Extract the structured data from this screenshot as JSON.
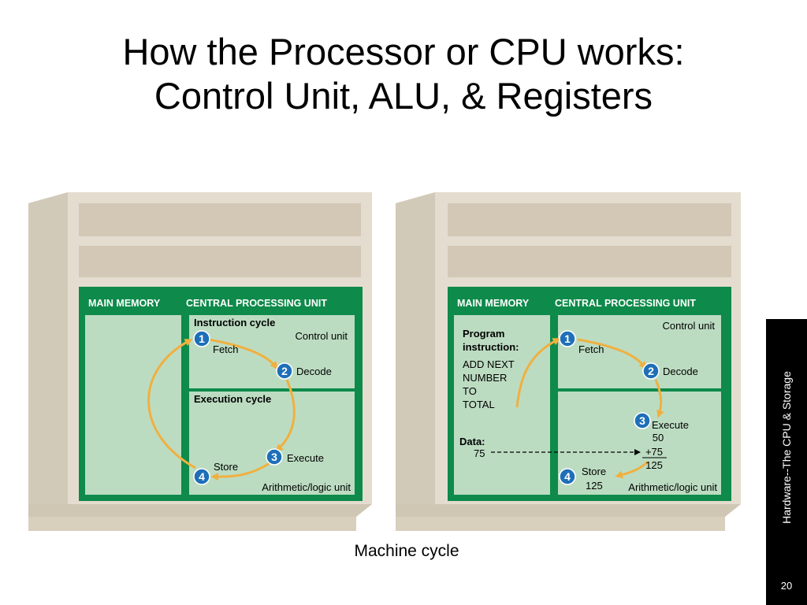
{
  "title": {
    "line1": "How the Processor or CPU works:",
    "line2": "Control Unit, ALU, & Registers"
  },
  "caption": "Machine cycle",
  "sidebar": {
    "label": "Hardware--The CPU & Storage",
    "page_number": "20"
  },
  "colors": {
    "green": "#0e8a4a",
    "light_green": "#bcdcc2",
    "cabinet": "#e2dbcc",
    "drawer": "#d6ccbb",
    "arrow": "#f0b040",
    "badge": "#1e6fb8"
  },
  "left_diagram": {
    "main_memory_header": "MAIN MEMORY",
    "cpu_header": "CENTRAL PROCESSING UNIT",
    "instruction_cycle": "Instruction cycle",
    "control_unit": "Control unit",
    "execution_cycle": "Execution cycle",
    "alu": "Arithmetic/logic unit",
    "steps": [
      {
        "num": "1",
        "label": "Fetch"
      },
      {
        "num": "2",
        "label": "Decode"
      },
      {
        "num": "3",
        "label": "Execute"
      },
      {
        "num": "4",
        "label": "Store"
      }
    ]
  },
  "right_diagram": {
    "main_memory_header": "MAIN MEMORY",
    "cpu_header": "CENTRAL PROCESSING UNIT",
    "program_instruction_l1": "Program",
    "program_instruction_l2": "instruction:",
    "instruction_lines": [
      "ADD NEXT",
      "NUMBER",
      "TO",
      "TOTAL"
    ],
    "data_label": "Data:",
    "data_value": "75",
    "control_unit": "Control unit",
    "alu": "Arithmetic/logic unit",
    "steps": [
      {
        "num": "1",
        "label": "Fetch"
      },
      {
        "num": "2",
        "label": "Decode"
      },
      {
        "num": "3",
        "label": "Execute"
      },
      {
        "num": "4",
        "label": "Store"
      }
    ],
    "execute_values": [
      "50",
      "+75",
      "125"
    ],
    "store_value": "125"
  }
}
